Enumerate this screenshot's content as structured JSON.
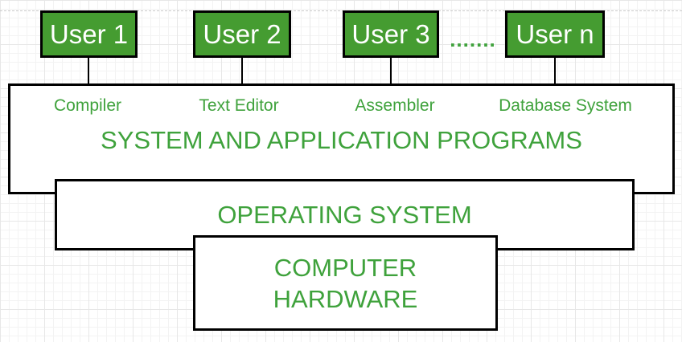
{
  "colors": {
    "green_fill": "#459c31",
    "green_text": "#3fa23c",
    "box_border": "#000000",
    "user_text": "#ffffff",
    "grid_minor": "#f3f3f3",
    "grid_major": "#e7e7e7"
  },
  "users": [
    {
      "label": "User 1"
    },
    {
      "label": "User 2"
    },
    {
      "label": "User 3"
    },
    {
      "label": "User n"
    }
  ],
  "ellipsis": ".......",
  "programs_layer": {
    "items": [
      {
        "label": "Compiler"
      },
      {
        "label": "Text Editor"
      },
      {
        "label": "Assembler"
      },
      {
        "label": "Database System"
      }
    ],
    "title": "SYSTEM AND APPLICATION PROGRAMS"
  },
  "os_layer": {
    "title": "OPERATING SYSTEM"
  },
  "hardware_layer": {
    "title": "COMPUTER\nHARDWARE"
  }
}
